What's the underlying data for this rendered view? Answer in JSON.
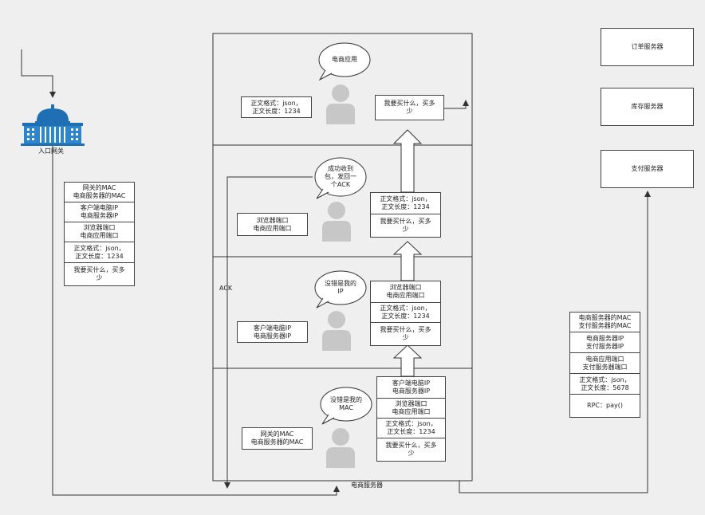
{
  "gateway": {
    "label": "入口网关"
  },
  "server_label": "电商服务器",
  "ack_label": "ACK",
  "gateway_packet": [
    "网关的MAC\n电商服务器的MAC",
    "客户端电脑IP\n电商服务器IP",
    "浏览器端口\n电商应用端口",
    "正文格式：json，\n正文长度：1234",
    "我要买什么，买多\n少"
  ],
  "layers": {
    "app": {
      "bubble": "电商应用",
      "left_box": "正文格式：json，\n正文长度：1234",
      "packet": [
        "我要买什么，买多\n少"
      ]
    },
    "transport": {
      "bubble": "成功收到\n包，发回一\n个ACK",
      "left_box": "浏览器端口\n电商应用端口",
      "packet": [
        "正文格式：json，\n正文长度：1234",
        "我要买什么，买多\n少"
      ]
    },
    "network": {
      "bubble": "没错是我的\nIP",
      "left_box": "客户端电脑IP\n电商服务器IP",
      "packet": [
        "浏览器端口\n电商应用端口",
        "正文格式：json，\n正文长度：1234",
        "我要买什么，买多\n少"
      ]
    },
    "link": {
      "bubble": "没错是我的\nMAC",
      "left_box": "网关的MAC\n电商服务器的MAC",
      "packet": [
        "客户端电脑IP\n电商服务器IP",
        "浏览器端口\n电商应用端口",
        "正文格式：json，\n正文长度：1234",
        "我要买什么，买多\n少"
      ]
    }
  },
  "servers": {
    "order": "订单服务器",
    "inventory": "库存服务器",
    "payment": "支付服务器"
  },
  "rpc_packet": [
    "电商服务器的MAC\n支付服务器的MAC",
    "电商服务器IP\n支付服务器IP",
    "电商应用端口\n支付服务器端口",
    "正文格式：json，\n正文长度：5678",
    "RPC：pay()"
  ]
}
